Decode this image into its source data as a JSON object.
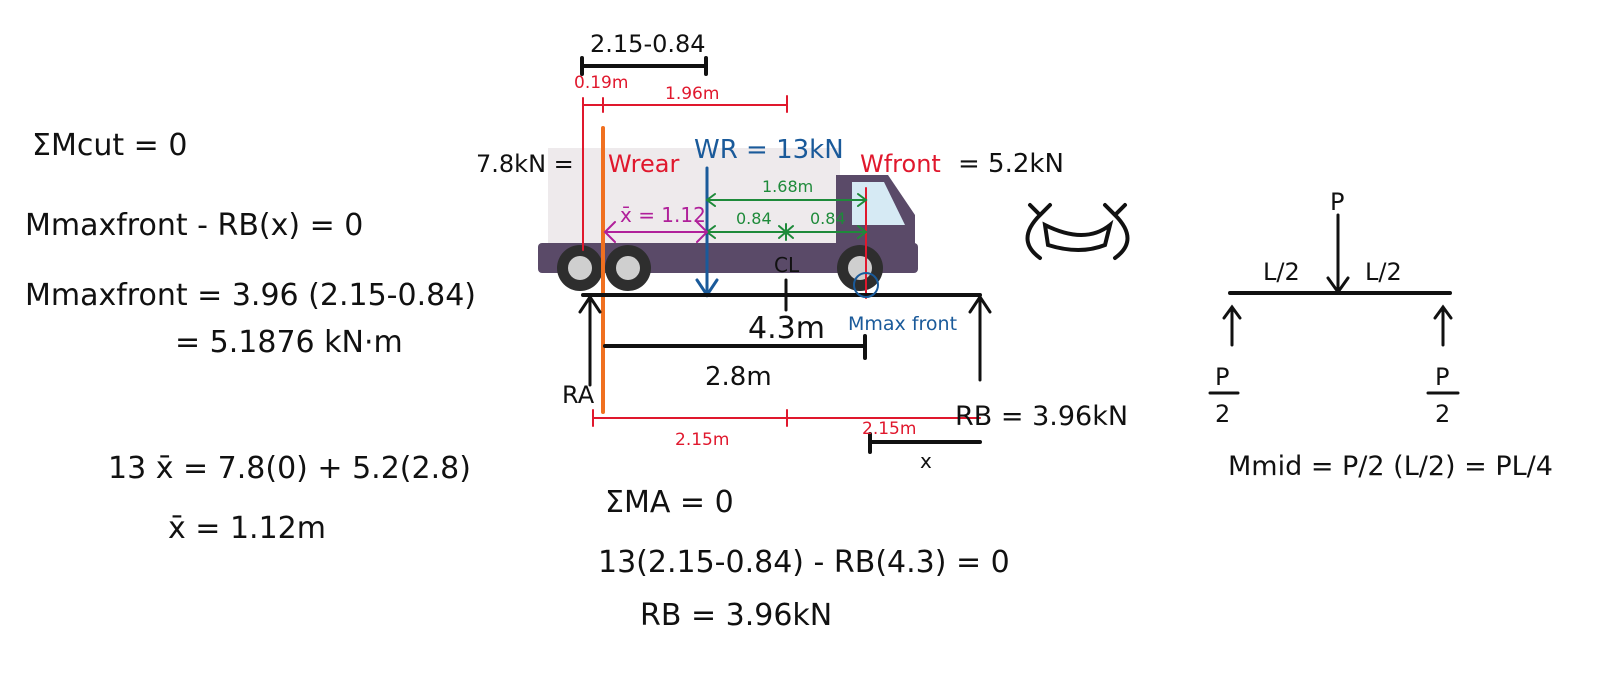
{
  "left_work": {
    "sum_m_cut": "ΣMcut = 0",
    "eq1": "Mmaxfront - RB(x) = 0",
    "eq2": "Mmaxfront = 3.96 (2.15-0.84)",
    "eq3": "=  5.1876 kN·m",
    "eq4": "13 x̄  =  7.8(0) + 5.2(2.8)",
    "eq5": "x̄ = 1.12m"
  },
  "truck_diagram": {
    "top_dim": "2.15-0.84",
    "dim_019": "0.19m",
    "dim_196": "1.96m",
    "w_rear_value": "7.8kN =",
    "w_rear": "Wrear",
    "w_r": "WR = 13kN",
    "w_front": "Wfront",
    "w_front_value": "= 5.2kN",
    "dim_168": "1.68m",
    "dim_084_a": "0.84",
    "dim_084_b": "0.84",
    "xbar": "x̄ = 1.12",
    "centerline": "CL",
    "span": "4.3m",
    "m_max_front": "Mmax front",
    "dim_28": "2.8m",
    "r_a": "RA",
    "r_b": "RB = 3.96kN",
    "half_span_1": "2.15m",
    "half_span_2": "2.15m",
    "x_label": "x",
    "colors": {
      "rear": "#e0182d",
      "resultant": "#1a5a9a",
      "dims": "#1e8a3a",
      "xbar": "#b0209a",
      "axle": "#f07020",
      "truck_body": "#eeeaec",
      "truck_chassis": "#5a4a68"
    }
  },
  "moment_equation": {
    "sum_ma": "ΣMA = 0",
    "eq1": "13(2.15-0.84) - RB(4.3) = 0",
    "eq2": "RB = 3.96kN"
  },
  "simple_beam": {
    "load": "P",
    "left_half": "L/2",
    "right_half": "L/2",
    "reaction_num_left": "P",
    "reaction_den_left": "2",
    "reaction_num_right": "P",
    "reaction_den_right": "2",
    "m_mid": "Mmid = P/2 (L/2) = PL/4"
  }
}
